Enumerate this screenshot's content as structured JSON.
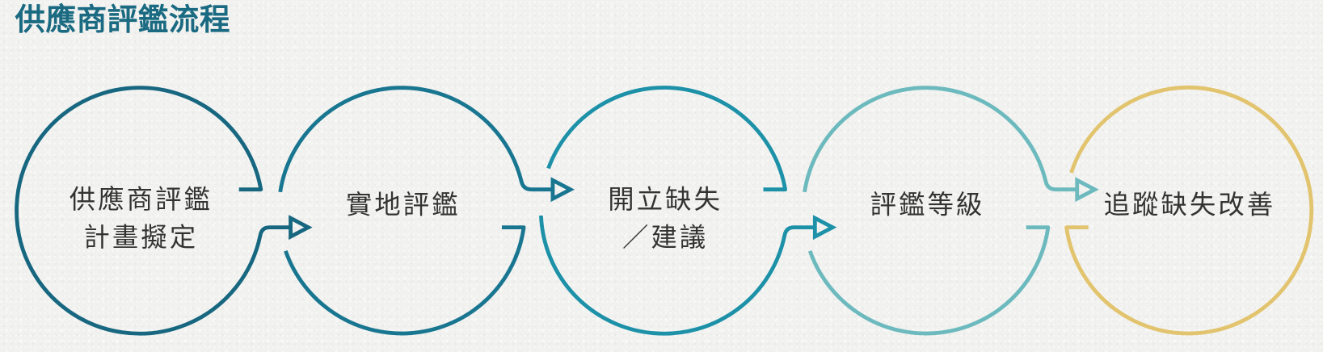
{
  "title": "供應商評鑑流程",
  "title_color": "#1a6a82",
  "steps": [
    {
      "lines": [
        "供應商評鑑",
        "計畫擬定"
      ],
      "color": "#176780"
    },
    {
      "lines": [
        "實地評鑑"
      ],
      "color": "#197691"
    },
    {
      "lines": [
        "開立缺失",
        "／建議"
      ],
      "color": "#1c91a8"
    },
    {
      "lines": [
        "評鑑等級"
      ],
      "color": "#6cbabe"
    },
    {
      "lines": [
        "追蹤缺失改善"
      ],
      "color": "#e2c46e"
    }
  ]
}
